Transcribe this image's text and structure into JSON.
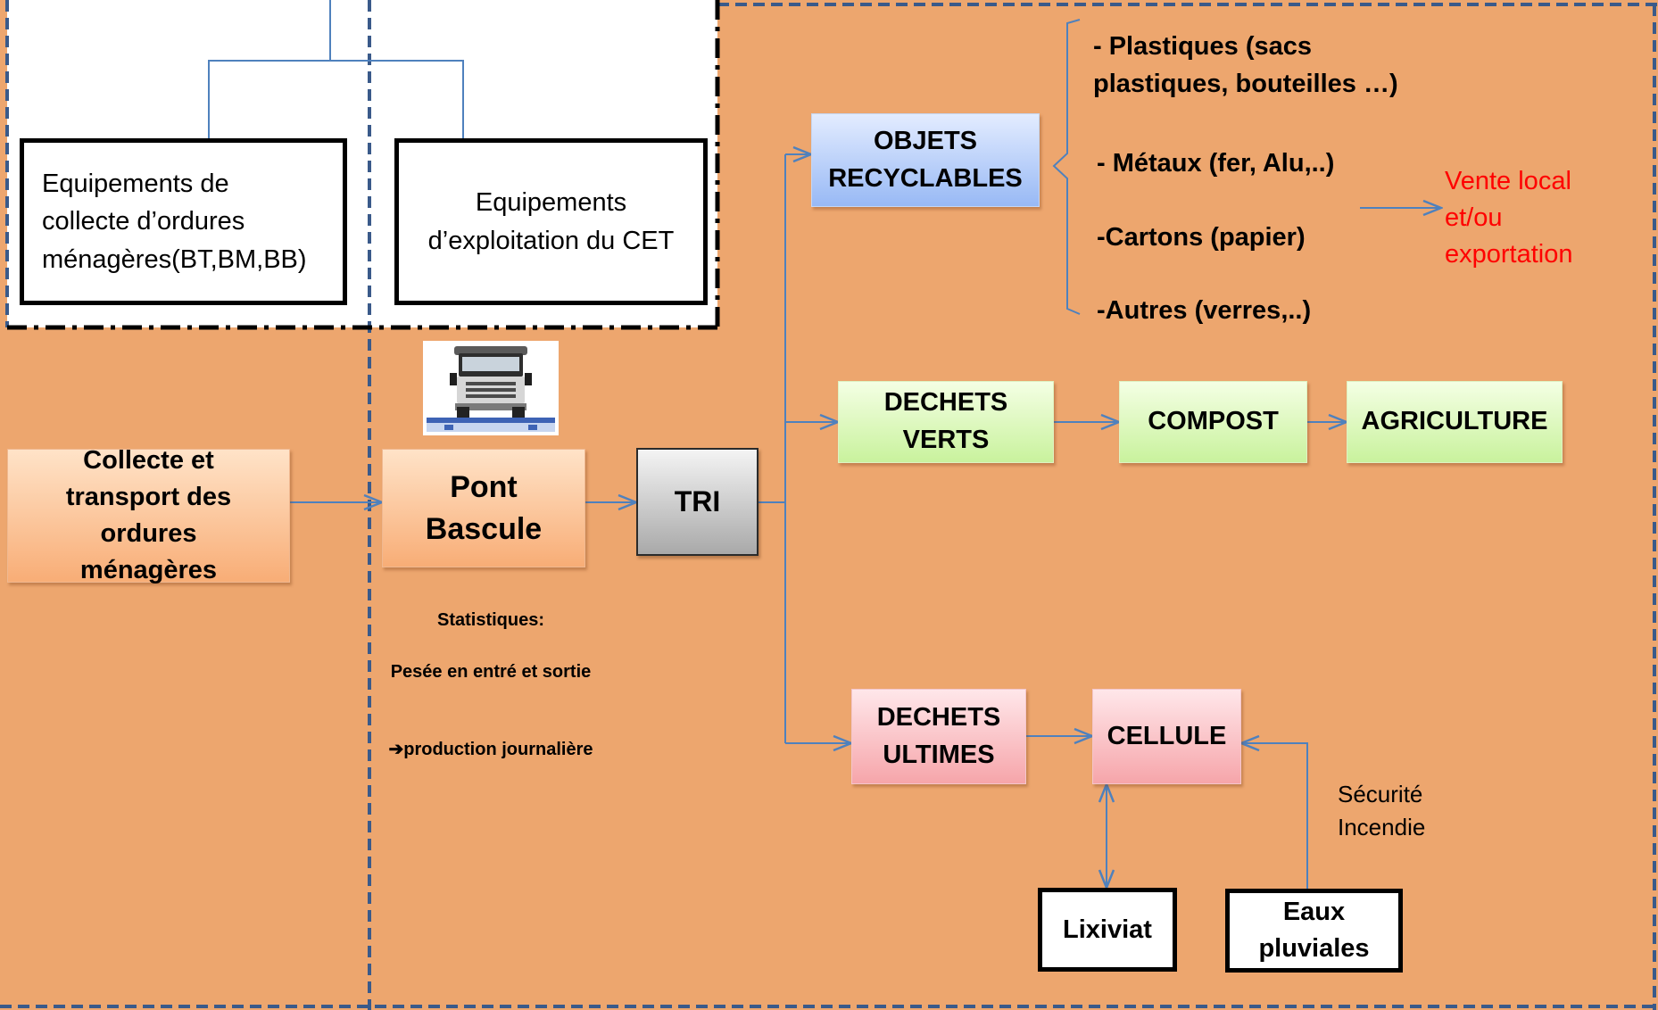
{
  "colors": {
    "background": "#eda66e",
    "connector": "#4f81bd",
    "zone_border": "#3a5a8a",
    "highlight_text": "#ff0000"
  },
  "icons": {
    "truck": "truck-on-weighbridge-icon"
  },
  "equipment": {
    "collection": "Equipements de\ncollecte d’ordures\nménagères(BT,BM,BB)",
    "operation": "Equipements\nd’exploitation du CET"
  },
  "flow": {
    "collection_transport": "Collecte et\ntransport des\nordures\nménagères",
    "weighbridge": "Pont\nBascule",
    "sorting": "TRI"
  },
  "statistics": {
    "title": "Statistiques:",
    "line1": "Pesée en entré et sortie",
    "line2": "production journalière"
  },
  "recyclables": {
    "label": "OBJETS\nRECYCLABLES",
    "items": [
      " - Plastiques (sacs\nplastiques, bouteilles …)",
      "- Métaux (fer, Alu,..)",
      "-Cartons (papier)",
      "-Autres (verres,..)"
    ],
    "outlet": "Vente local\net/ou\nexportation"
  },
  "green_waste": {
    "label": "DECHETS\nVERTS",
    "compost": "COMPOST",
    "agriculture": "AGRICULTURE"
  },
  "final_waste": {
    "label": "DECHETS\nULTIMES",
    "cell": "CELLULE",
    "fire_safety": "Sécurité\nIncendie",
    "leachate": "Lixiviat",
    "rainwater": "Eaux\npluviales"
  }
}
